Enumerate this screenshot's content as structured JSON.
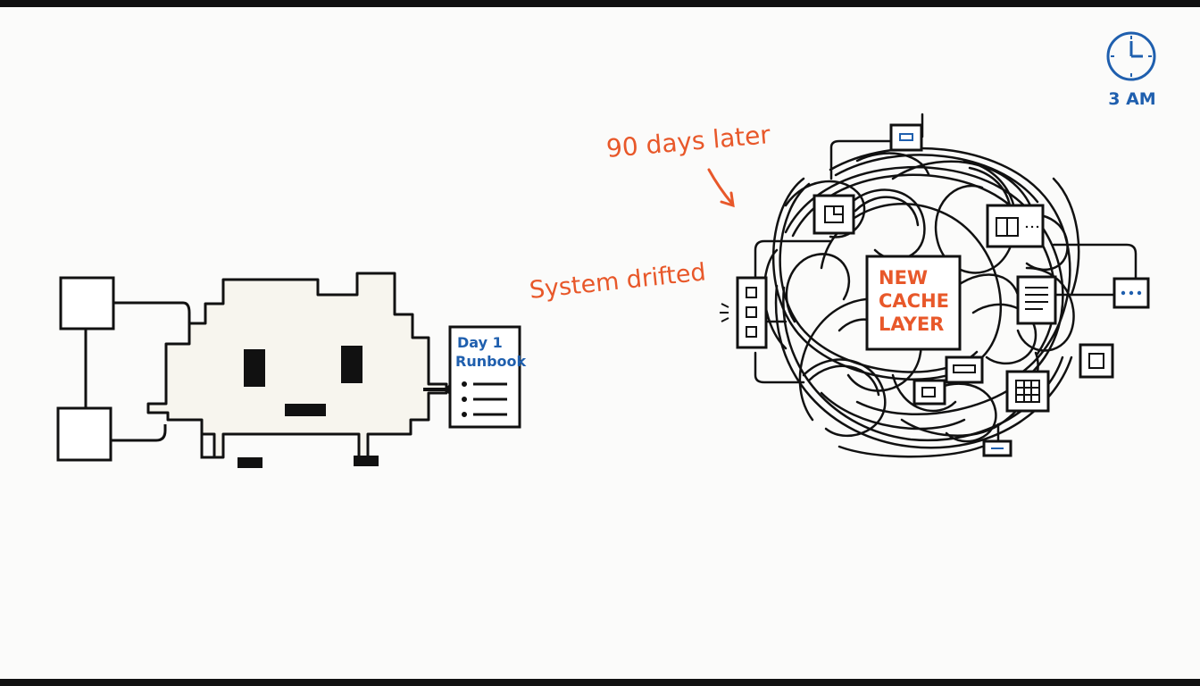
{
  "clock": {
    "label": "3 AM",
    "icon": "clock-icon"
  },
  "runbook": {
    "line1": "Day 1",
    "line2": "Runbook",
    "icon": "document-icon"
  },
  "annotations": {
    "later": "90 days later",
    "drift": "System drifted"
  },
  "cache_box": {
    "line1": "NEW",
    "line2": "CACHE",
    "line3": "LAYER"
  },
  "colors": {
    "ink": "#111111",
    "accent_orange": "#e8582a",
    "accent_blue": "#1f5fae",
    "robot_fill": "#f7f5ee",
    "background": "#fbfbfa"
  }
}
